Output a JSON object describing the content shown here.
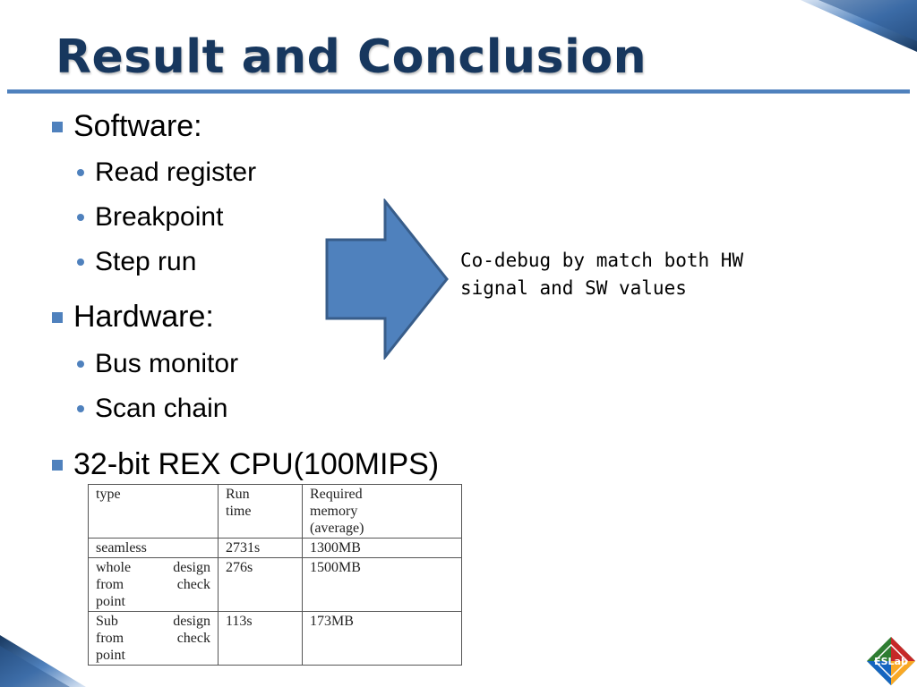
{
  "slide": {
    "title": "Result and Conclusion",
    "bullets": [
      {
        "label": "Software:",
        "items": [
          "Read register",
          "Breakpoint",
          "Step run"
        ]
      },
      {
        "label": "Hardware:",
        "items": [
          "Bus monitor",
          "Scan chain"
        ]
      },
      {
        "label": "32-bit REX CPU(100MIPS)",
        "items": []
      }
    ],
    "note_lines": [
      "Co-debug by match both HW",
      "signal and SW values"
    ],
    "table": {
      "headers": [
        [
          "type"
        ],
        [
          "Run",
          "time"
        ],
        [
          "Required",
          "memory",
          "(average)"
        ]
      ],
      "rows": [
        [
          [
            "seamless"
          ],
          [
            "2731s"
          ],
          [
            "1300MB"
          ]
        ],
        [
          [
            "whole design",
            "from check",
            "point"
          ],
          [
            "276s"
          ],
          [
            "1500MB"
          ]
        ],
        [
          [
            "Sub design",
            "from check",
            "point"
          ],
          [
            "113s"
          ],
          [
            "173MB"
          ]
        ]
      ]
    },
    "logo_text": "ESLab",
    "icons": {
      "arrow": "right-arrow-icon",
      "logo": "eslab-logo-icon"
    }
  },
  "colors": {
    "title": "#17375e",
    "accent": "#4f81bd",
    "arrow_fill": "#4f81bd",
    "arrow_stroke": "#385d8a"
  }
}
